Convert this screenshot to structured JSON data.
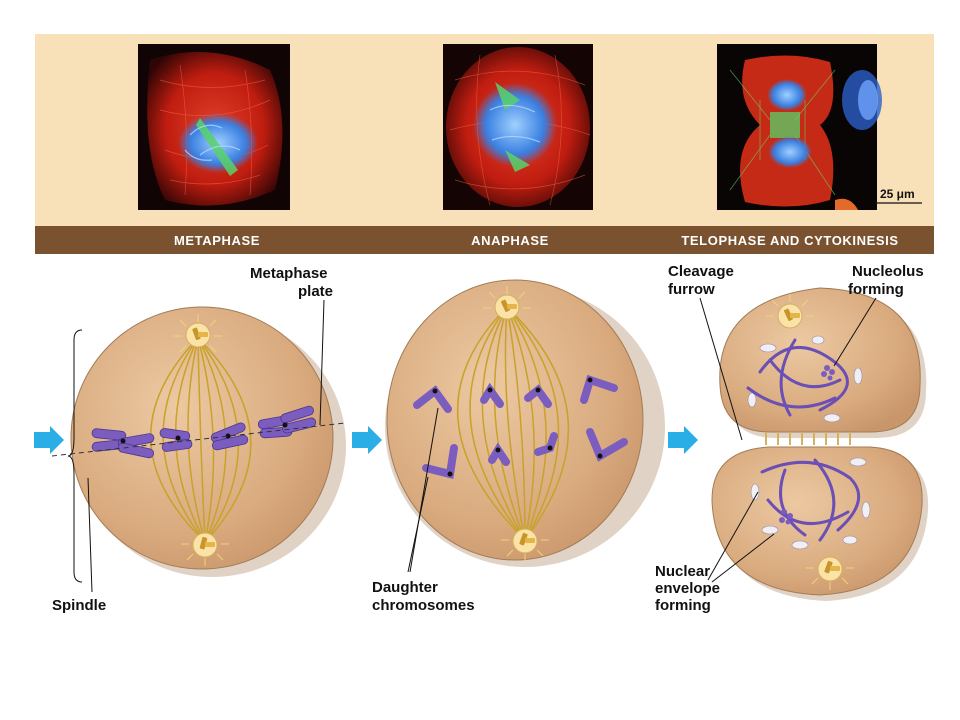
{
  "panel": {
    "labels": [
      "METAPHASE",
      "ANAPHASE",
      "TELOPHASE AND CYTOKINESIS"
    ],
    "scale_bar": "25 μm"
  },
  "callouts": {
    "metaphase_plate": [
      "Metaphase",
      "plate"
    ],
    "spindle": "Spindle",
    "daughter_chromosomes": [
      "Daughter",
      "chromosomes"
    ],
    "cleavage_furrow": [
      "Cleavage",
      "furrow"
    ],
    "nucleolus_forming": [
      "Nucleolus",
      "forming"
    ],
    "nuclear_envelope_forming": [
      "Nuclear",
      "envelope",
      "forming"
    ]
  },
  "colors": {
    "panel_bg": "#f8e1b8",
    "label_bar": "#7a5230",
    "cell_fill": "#dcae82",
    "cell_edge": "#a27b56",
    "spindle": "#c8a22a",
    "chromosome": "#7b5dc0",
    "arrow": "#29aee6"
  }
}
